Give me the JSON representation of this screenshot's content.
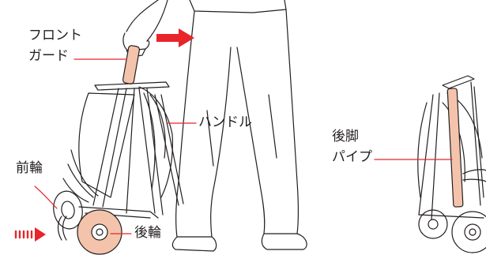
{
  "labels": {
    "front_guard_line1": "フロント",
    "front_guard_line2": "ガード",
    "handle": "ハンドル",
    "front_wheel": "前輪",
    "rear_wheel": "後輪",
    "rear_leg_pipe_line1": "後脚",
    "rear_leg_pipe_line2": "パイプ"
  },
  "colors": {
    "accent": "#e8252a",
    "highlight_fill": "#f4c3ab",
    "outline": "#231f20",
    "callout_line": "#e8252a"
  }
}
